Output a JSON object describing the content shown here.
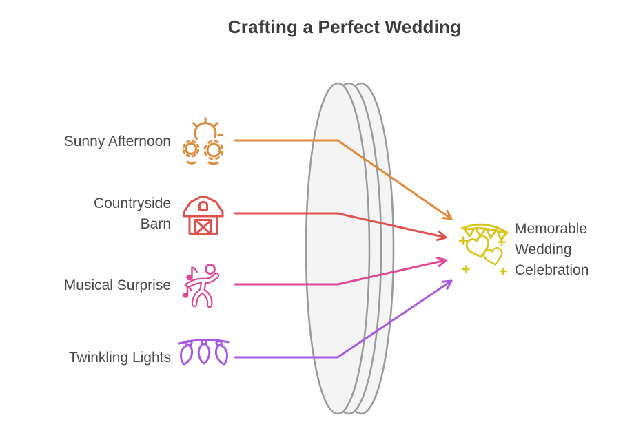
{
  "title": "Crafting a Perfect Wedding",
  "inputs": [
    {
      "label": "Sunny Afternoon",
      "icon": "sun-icon",
      "color": "#DF8A3B"
    },
    {
      "label": "Countryside Barn",
      "icon": "barn-icon",
      "color": "#E0514E"
    },
    {
      "label": "Musical Surprise",
      "icon": "dancing-person-icon",
      "color": "#DE4796"
    },
    {
      "label": "Twinkling Lights",
      "icon": "string-lights-icon",
      "color": "#A95AE3"
    }
  ],
  "output": {
    "label": "Memorable Wedding Celebration",
    "icon": "hearts-banner-icon",
    "color": "#DCC41E"
  },
  "lens": {
    "stroke": "#9B9B9B",
    "fill": "#F4F4F4"
  },
  "colors": {
    "title": "#3D3D3D",
    "label": "#4A4A4A",
    "background": "#FFFFFF"
  }
}
